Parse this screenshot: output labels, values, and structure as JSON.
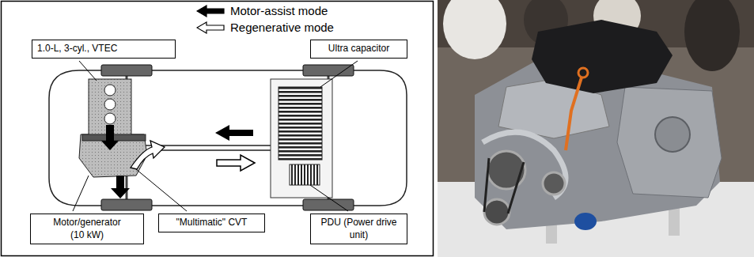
{
  "diagram": {
    "nodes": [
      {
        "text": [
          "1.0-L, 3-cyl., VTEC"
        ]
      },
      {
        "text": [
          "Ultra capacitor"
        ]
      },
      {
        "text": [
          "Motor/generator (10 kW)"
        ]
      },
      {
        "text": [
          "\"Multimatic\" CVT"
        ]
      },
      {
        "text": [
          "PDU (Power drive unit)"
        ]
      }
    ],
    "legend": [
      {
        "text": "Motor-assist mode"
      },
      {
        "text": "Regenerative mode"
      }
    ]
  }
}
